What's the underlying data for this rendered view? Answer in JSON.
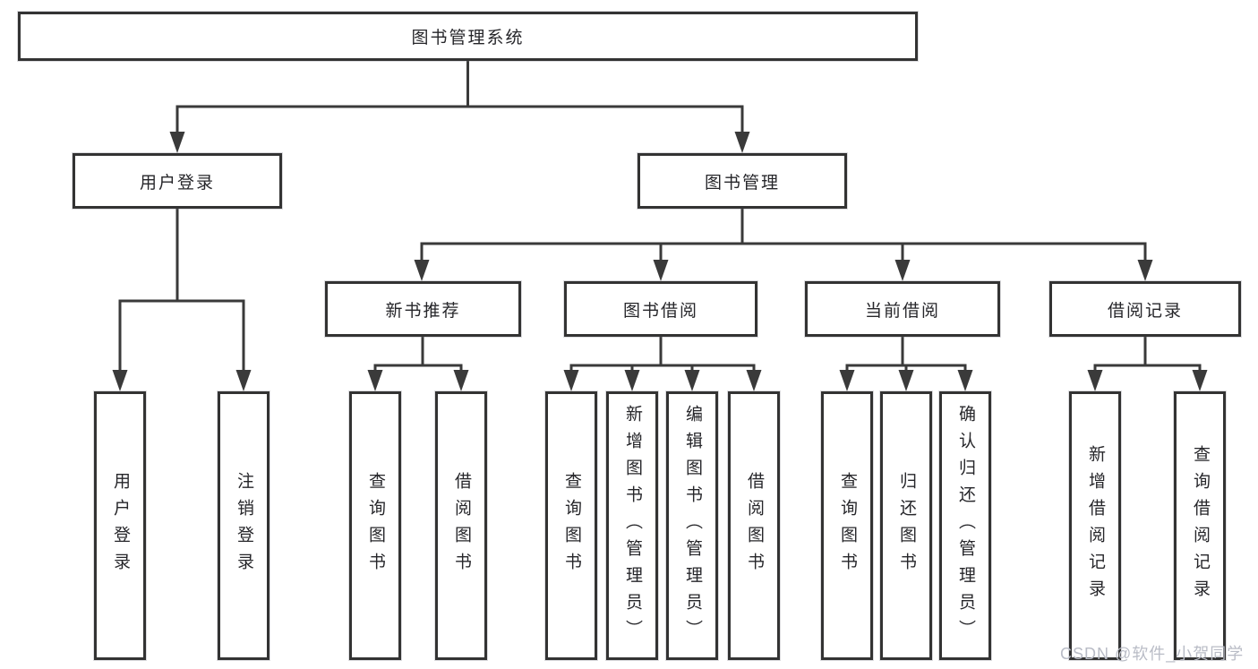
{
  "diagram": {
    "type": "hierarchy-tree",
    "colors": {
      "line": "#3a3a3a",
      "border": "#333333",
      "text": "#26262a",
      "watermark": "#b9bcc6",
      "background": "#ffffff"
    },
    "tree": {
      "label": "图书管理系统",
      "children": [
        {
          "label": "用户登录",
          "children": [
            {
              "label": "用户登录"
            },
            {
              "label": "注销登录"
            }
          ]
        },
        {
          "label": "图书管理",
          "children": [
            {
              "label": "新书推荐",
              "children": [
                {
                  "label": "查询图书"
                },
                {
                  "label": "借阅图书"
                }
              ]
            },
            {
              "label": "图书借阅",
              "children": [
                {
                  "label": "查询图书"
                },
                {
                  "label": "新增图书（管理员）"
                },
                {
                  "label": "编辑图书（管理员）"
                },
                {
                  "label": "借阅图书"
                }
              ]
            },
            {
              "label": "当前借阅",
              "children": [
                {
                  "label": "查询图书"
                },
                {
                  "label": "归还图书"
                },
                {
                  "label": "确认归还（管理员）"
                }
              ]
            },
            {
              "label": "借阅记录",
              "children": [
                {
                  "label": "新增借阅记录"
                },
                {
                  "label": "查询借阅记录"
                }
              ]
            }
          ]
        }
      ]
    },
    "watermark": {
      "text": "CSDN @软件_小贺同学"
    }
  }
}
